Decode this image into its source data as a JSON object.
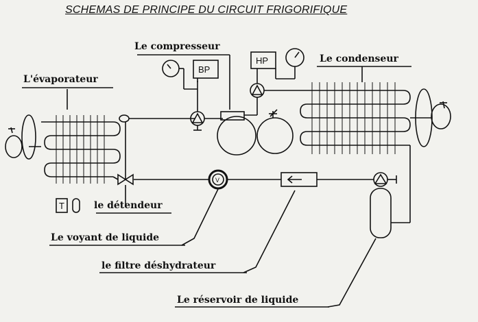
{
  "title": "SCHEMAS DE PRINCIPE DU CIRCUIT FRIGORIFIQUE",
  "labels": {
    "compresseur": "Le compresseur",
    "condenseur": "Le condenseur",
    "evaporateur": "L'évaporateur",
    "detendeur": "le détendeur",
    "voyant": "Le voyant de liquide",
    "filtre": "le filtre déshydrateur",
    "reservoir": "Le réservoir de liquide"
  },
  "boxes": {
    "bp": "BP",
    "hp": "HP",
    "thermostat": "T",
    "voyant_symbol": "V"
  },
  "colors": {
    "ink": "#111111",
    "paper": "#f2f2ee"
  }
}
